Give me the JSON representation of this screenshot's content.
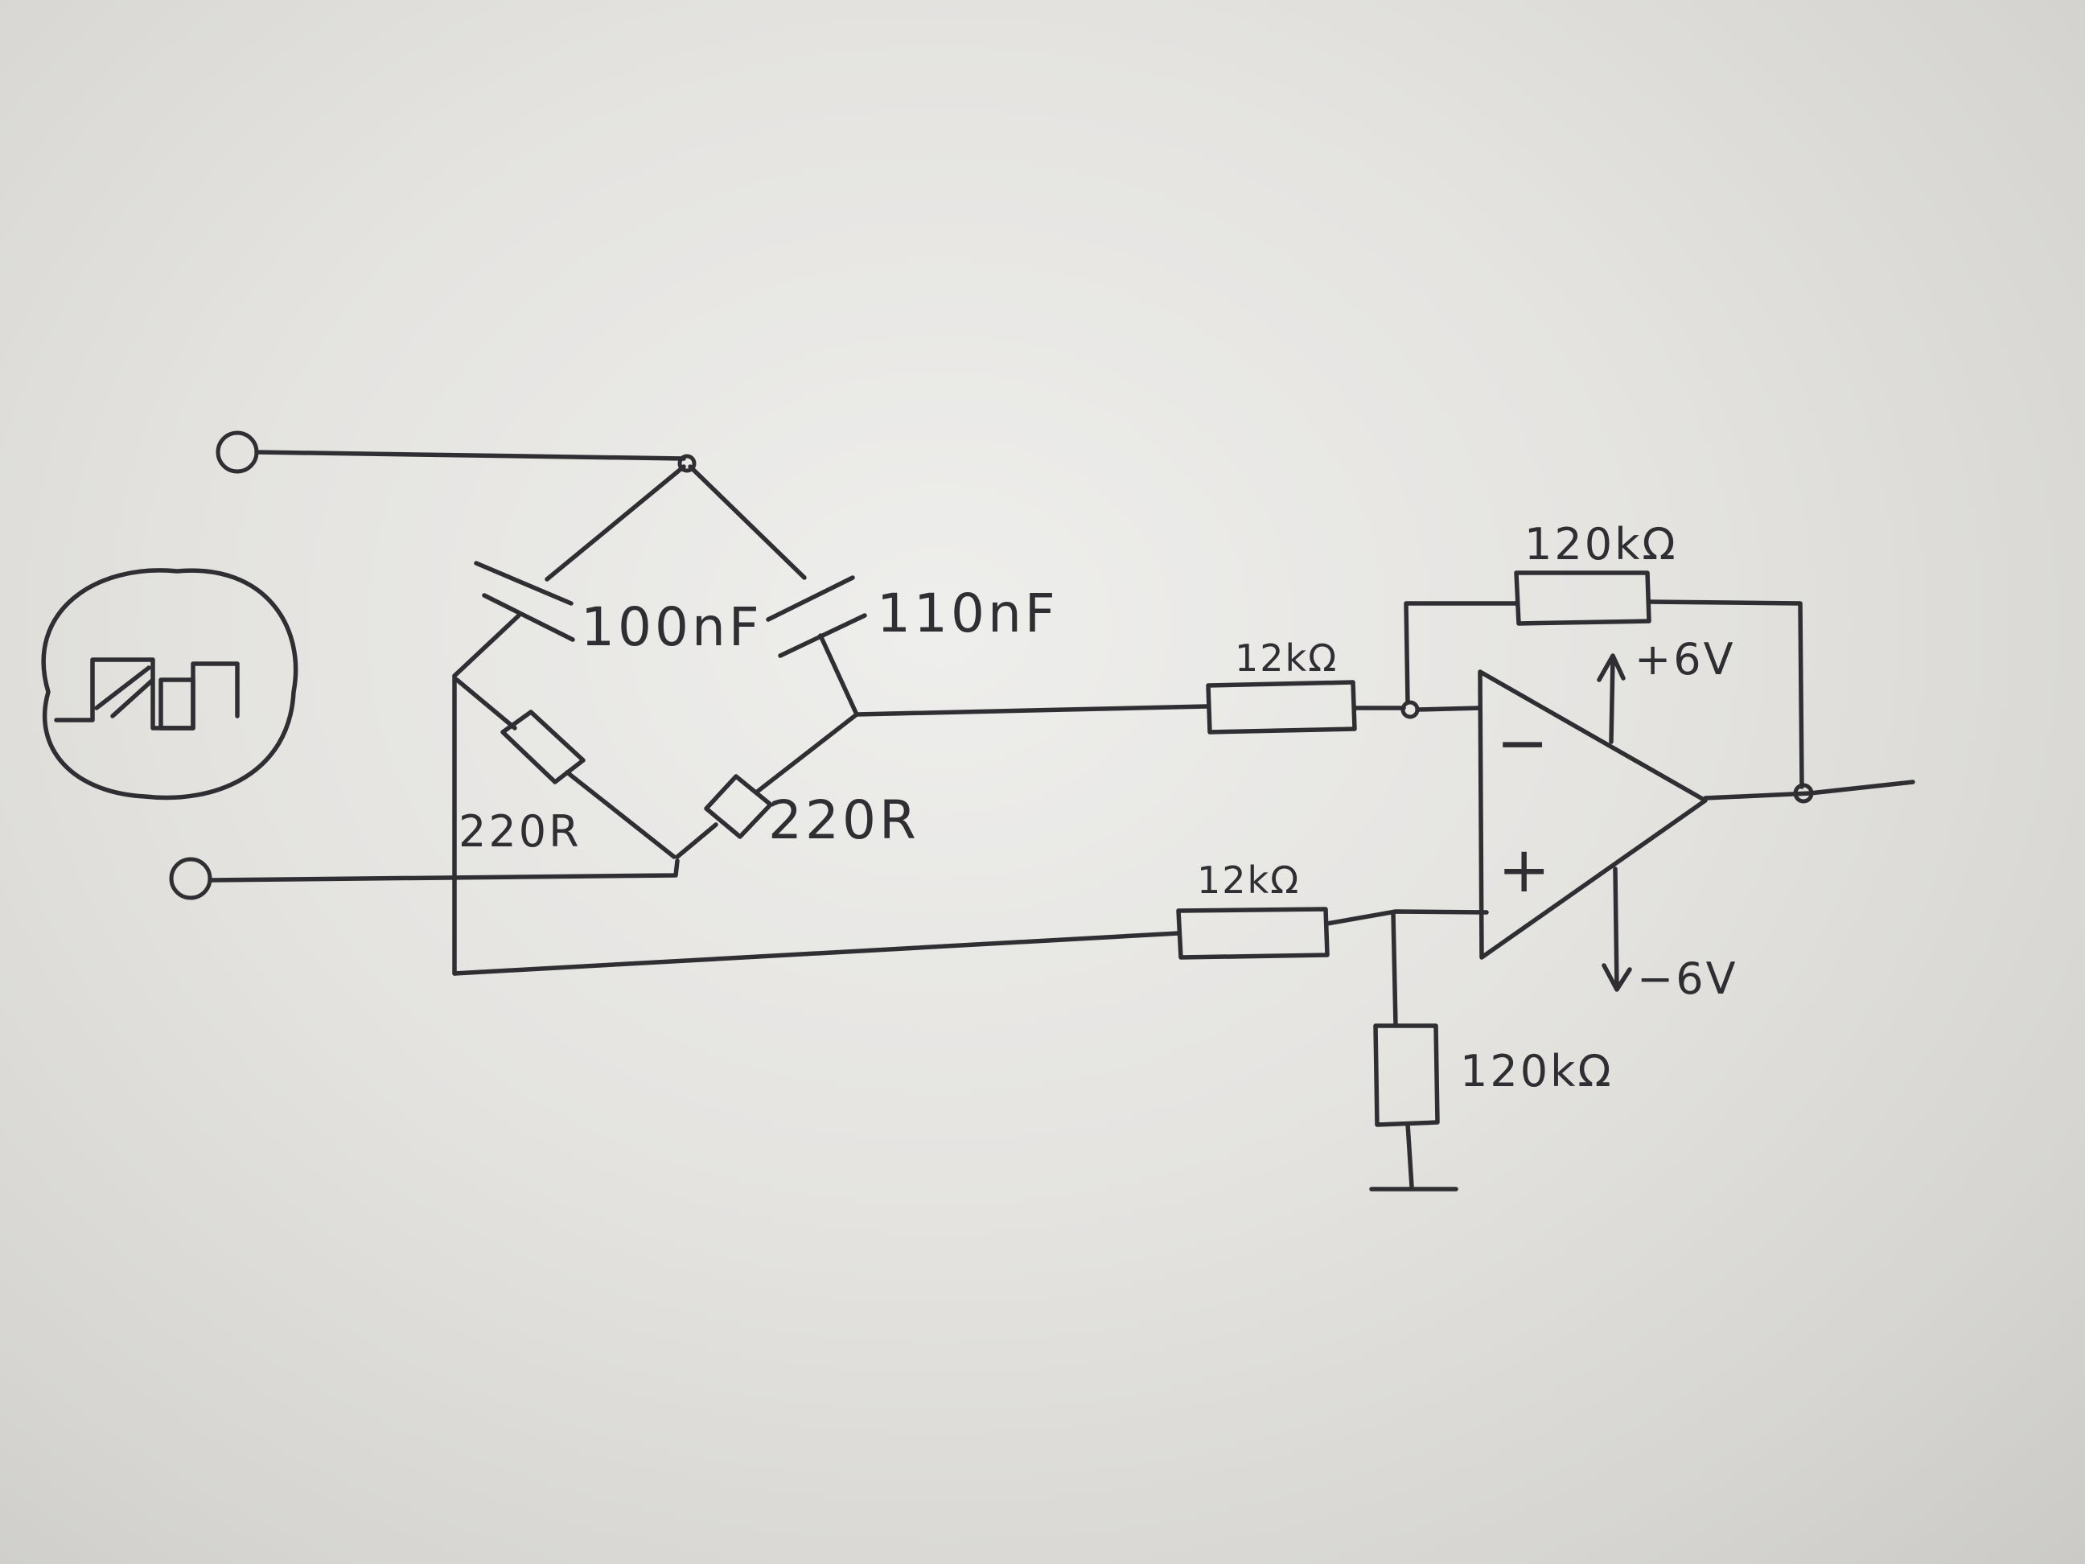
{
  "components": {
    "cap_left": "100nF",
    "cap_right": "110nF",
    "res_left": "220R",
    "res_right": "220R",
    "res_in_top": "12kΩ",
    "res_in_bottom": "12kΩ",
    "res_feedback": "120kΩ",
    "res_ground": "120kΩ"
  },
  "opamp": {
    "minus": "−",
    "plus": "+",
    "supply_pos": "+6V",
    "supply_neg": "−6V"
  },
  "colors": {
    "ink": "#2f2f33",
    "paper": "#e4e3e0"
  }
}
